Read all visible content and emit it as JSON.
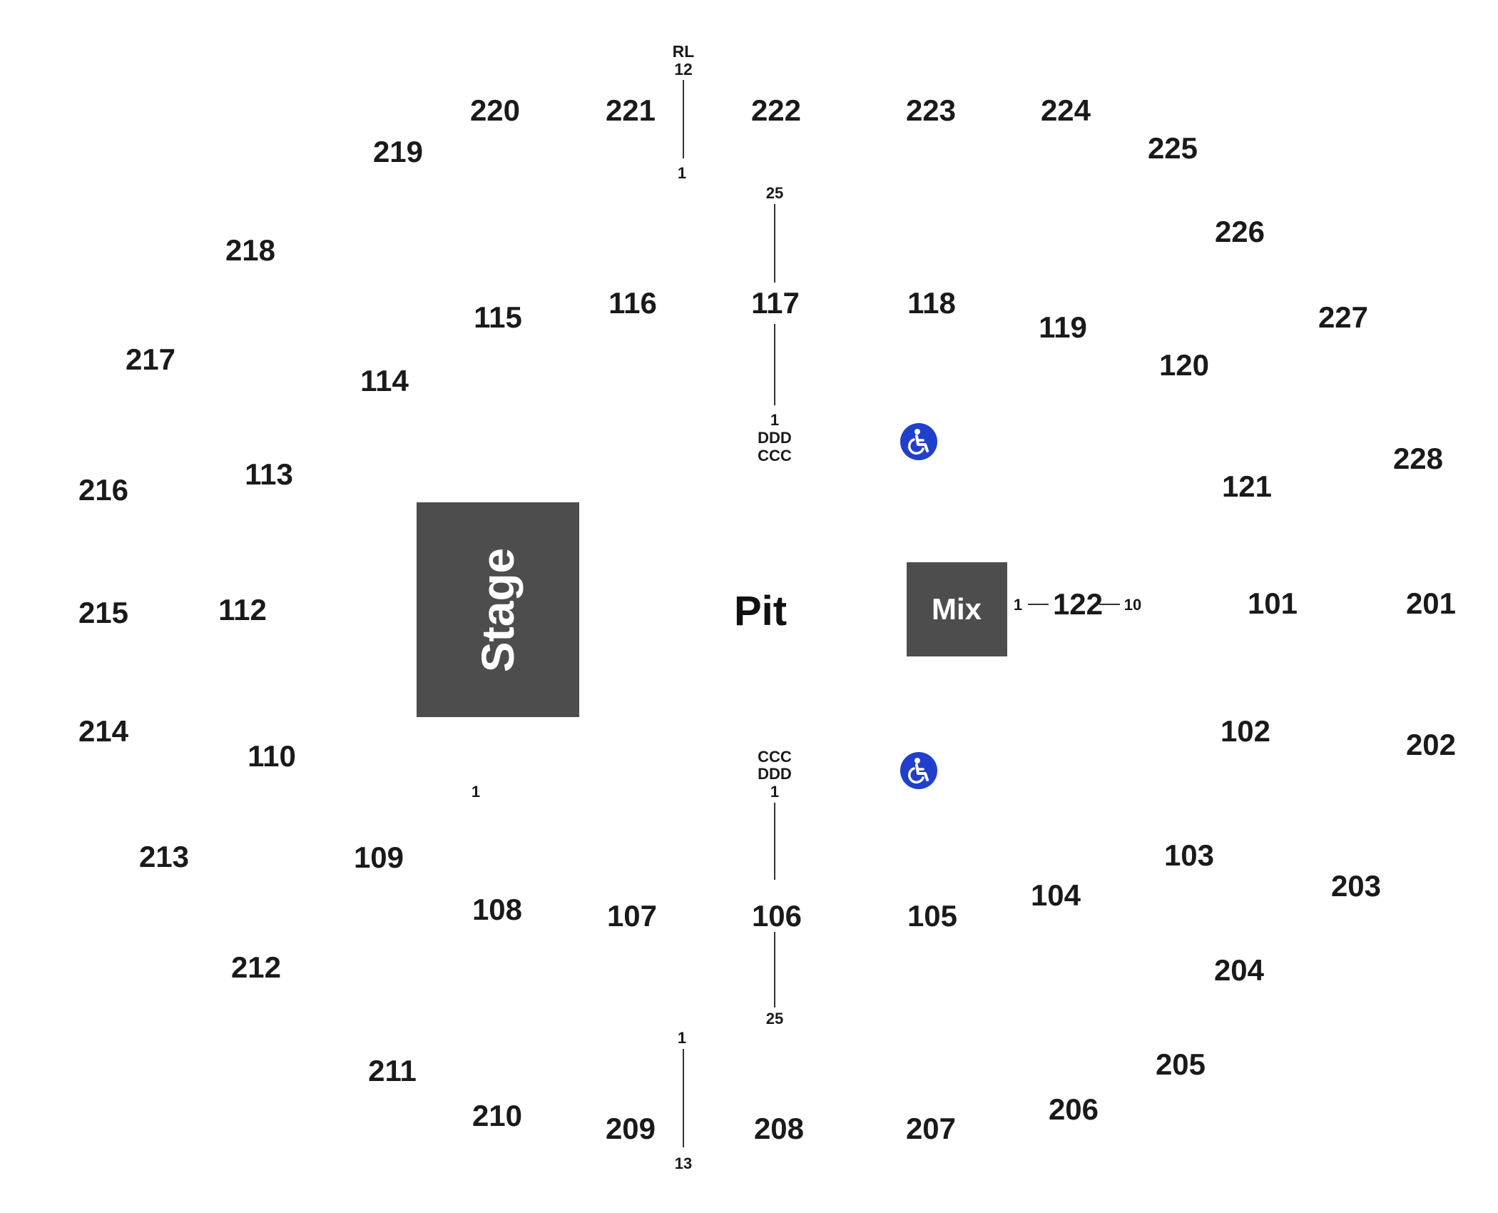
{
  "venue_map": {
    "stage_label": "Stage",
    "mix_label": "Mix",
    "pit_label": "Pit",
    "colors": {
      "block_fill": "#4d4d4d",
      "block_text": "#ffffff",
      "section_text": "#1a1a1a",
      "accessible_blue": "#1f3fcc"
    }
  },
  "sections": {
    "s101": "101",
    "s102": "102",
    "s103": "103",
    "s104": "104",
    "s105": "105",
    "s106": "106",
    "s107": "107",
    "s108": "108",
    "s109": "109",
    "s110": "110",
    "s112": "112",
    "s113": "113",
    "s114": "114",
    "s115": "115",
    "s116": "116",
    "s117": "117",
    "s118": "118",
    "s119": "119",
    "s120": "120",
    "s121": "121",
    "s122": "122",
    "s201": "201",
    "s202": "202",
    "s203": "203",
    "s204": "204",
    "s205": "205",
    "s206": "206",
    "s207": "207",
    "s208": "208",
    "s209": "209",
    "s210": "210",
    "s211": "211",
    "s212": "212",
    "s213": "213",
    "s214": "214",
    "s215": "215",
    "s216": "216",
    "s217": "217",
    "s218": "218",
    "s219": "219",
    "s220": "220",
    "s221": "221",
    "s222": "222",
    "s223": "223",
    "s224": "224",
    "s225": "225",
    "s226": "226",
    "s227": "227",
    "s228": "228"
  },
  "row_markers": {
    "s221_top_a": "RL",
    "s221_top_b": "12",
    "s221_bottom": "1",
    "s117_top": "25",
    "s117_bottom": "1",
    "s117_bottom_b": "DDD",
    "s117_bottom_c": "CCC",
    "s106_top_a": "CCC",
    "s106_top_b": "DDD",
    "s106_top_c": "1",
    "s106_bottom": "25",
    "s108_top": "1",
    "s209_top": "1",
    "s209_bottom": "13",
    "s122_left": "1",
    "s122_right": "10"
  },
  "accessible_icons": [
    {
      "name": "wheelchair-icon-upper"
    },
    {
      "name": "wheelchair-icon-lower"
    }
  ]
}
